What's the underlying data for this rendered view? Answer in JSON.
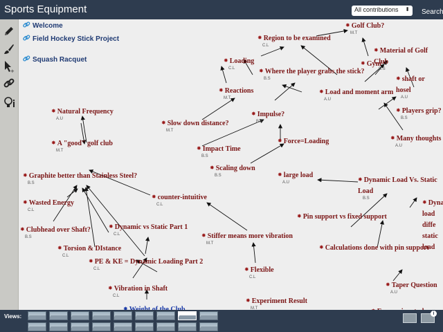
{
  "app": {
    "title": "Sports Equipment"
  },
  "filter": {
    "selected": "All contributions"
  },
  "search": {
    "label": "Search"
  },
  "toolbar": [
    "pencil-icon",
    "brush-icon",
    "cursor-icon",
    "link-icon",
    "idea-icon"
  ],
  "links": {
    "welcome": "Welcome",
    "field_hockey": "Field Hockey Stick Project",
    "squash": "Squash Racquet"
  },
  "nodes": {
    "golf_club_q": {
      "label": "Golf Club?",
      "author": "M.T"
    },
    "region_examined": {
      "label": "Region to be examined",
      "author": "C.L"
    },
    "material_golf": {
      "label": "Material of Golf Club",
      "author": "B.S"
    },
    "gym": {
      "label": "Gym",
      "author": ""
    },
    "loading": {
      "label": "Loading",
      "author": "C.L"
    },
    "grabs_stick": {
      "label": "Where the player grabs the stick?",
      "author": "B.S"
    },
    "shaft_hosel": {
      "label": "shaft or hosel",
      "author": "A.U"
    },
    "reactions": {
      "label": "Reactions",
      "author": "M.T"
    },
    "load_moment": {
      "label": "Load and moment arm",
      "author": "A.U"
    },
    "natural_freq": {
      "label": "Natural Frequency",
      "author": "A.U"
    },
    "impulse": {
      "label": "Impulse?",
      "author": "B.S"
    },
    "players_grip": {
      "label": "Players grip?",
      "author": "B.S"
    },
    "slow_down": {
      "label": "Slow down distance?",
      "author": "M.T"
    },
    "force_loading": {
      "label": "Force=Loading",
      "author": ""
    },
    "many_thoughts": {
      "label": "Many thoughts",
      "author": "A.U"
    },
    "good_golf": {
      "label": "A \"good\" golf club",
      "author": "M.T"
    },
    "impact_time": {
      "label": "Impact Time",
      "author": "B.S"
    },
    "scaling_down": {
      "label": "Scaling down",
      "author": "B.S"
    },
    "large_load": {
      "label": "large load",
      "author": "A.U"
    },
    "graphite": {
      "label": "Graphite better than Stainless Steel?",
      "author": "B.S"
    },
    "dynamic_load_static": {
      "label": "Dynamic Load Vs. Static Load",
      "author": "B.S"
    },
    "counter_intuitive": {
      "label": "counter-intuitive",
      "author": "C.L"
    },
    "wasted_energy": {
      "label": "Wasted Energy",
      "author": "C.L"
    },
    "dyna_right": {
      "label": "Dyna load diffe static load",
      "author": ""
    },
    "pin_fixed": {
      "label": "Pin support vs fixed support",
      "author": ""
    },
    "clubhead": {
      "label": "Clubhead over Shaft?",
      "author": "B.S"
    },
    "dyn_static_p1": {
      "label": "Dynamic vs Static Part 1",
      "author": "C.L"
    },
    "stiffer": {
      "label": "Stiffer means more vibration",
      "author": "M.T"
    },
    "torsion": {
      "label": "Torsion & DIstance",
      "author": "C.L"
    },
    "calc_pin": {
      "label": "Calculations done with pin support",
      "author": ""
    },
    "pe_ke": {
      "label": "PE & KE = Dynamic Loading Part 2",
      "author": "C.L"
    },
    "flexible": {
      "label": "Flexible",
      "author": "C.L"
    },
    "vibration": {
      "label": "Vibration in Shaft",
      "author": "C.L"
    },
    "taper": {
      "label": "Taper Question",
      "author": "A.U"
    },
    "weight_club": {
      "label": "Weight of the Club",
      "author": ""
    },
    "experiment": {
      "label": "Experiment Result",
      "author": "M.T"
    },
    "economics": {
      "label": "Economics at play",
      "author": ""
    }
  },
  "views": {
    "label": "Views:",
    "count": 9,
    "active_index": 7
  },
  "colors": {
    "bar": "#2e3c4f",
    "node_text": "#7a1414",
    "link_text": "#1f3a73",
    "highlight_node": "#1a3aa8"
  }
}
